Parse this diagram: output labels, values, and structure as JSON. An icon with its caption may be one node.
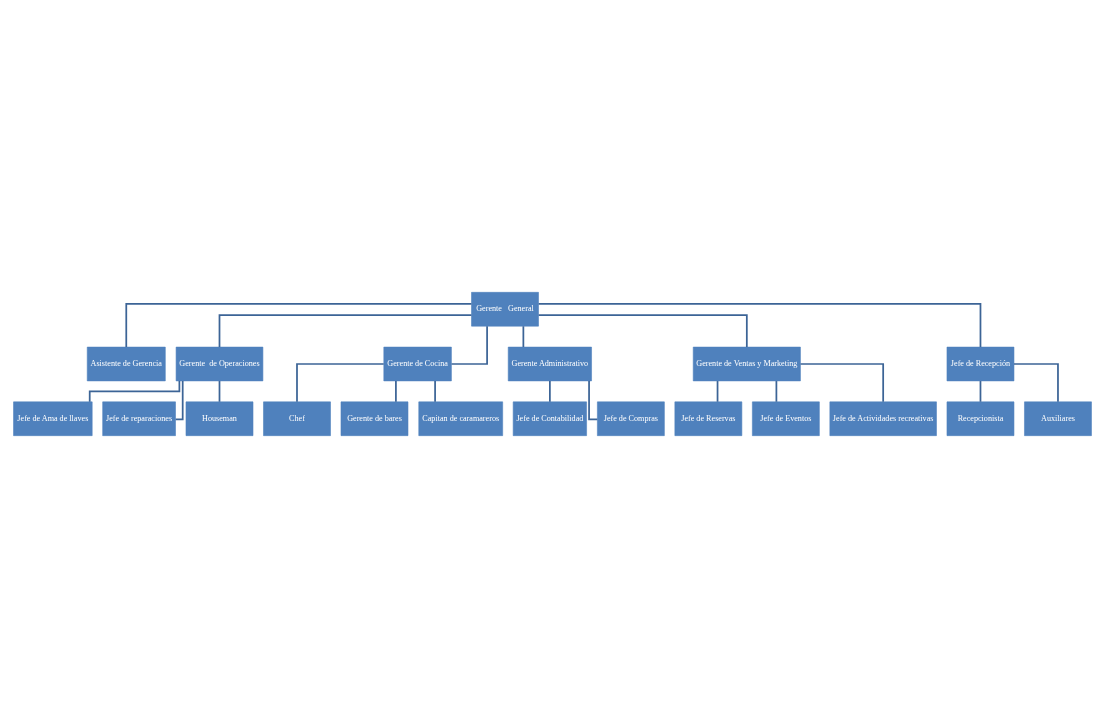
{
  "diagram": {
    "nodes": [
      {
        "text": [
          "Gerente   General"
        ]
      },
      {
        "text": [
          "Asistente de Gerencia"
        ]
      },
      {
        "text": [
          "Gerente  de Operaciones"
        ]
      },
      {
        "text": [
          "Gerente de Cocina"
        ]
      },
      {
        "text": [
          "Gerente Administrativo"
        ]
      },
      {
        "text": [
          "Gerente de Ventas y Marketing"
        ]
      },
      {
        "text": [
          "Jefe de Recepción"
        ]
      },
      {
        "text": [
          "Jefe de Ama de llaves"
        ]
      },
      {
        "text": [
          "Jefe de reparaciones"
        ]
      },
      {
        "text": [
          "Houseman"
        ]
      },
      {
        "text": [
          "Chef"
        ]
      },
      {
        "text": [
          "Gerente de bares"
        ]
      },
      {
        "text": [
          "Capitan de caramareros"
        ]
      },
      {
        "text": [
          "Jefe de Contabilidad"
        ]
      },
      {
        "text": [
          "Jefe de Compras"
        ]
      },
      {
        "text": [
          "Jefe de Reservas"
        ]
      },
      {
        "text": [
          "Jefe de Eventos"
        ]
      },
      {
        "text": [
          "Jefe de Actividades recreativas"
        ]
      },
      {
        "text": [
          "Recepcionista"
        ]
      },
      {
        "text": [
          "Auxiliares"
        ]
      }
    ],
    "edges": [
      {
        "from": 0,
        "to": 1,
        "arrow": "none"
      },
      {
        "from": 0,
        "to": 2,
        "arrow": "none"
      },
      {
        "from": 0,
        "to": 3,
        "arrow": "none"
      },
      {
        "from": 0,
        "to": 4,
        "arrow": "none"
      },
      {
        "from": 0,
        "to": 5,
        "arrow": "none"
      },
      {
        "from": 0,
        "to": 6,
        "arrow": "none"
      },
      {
        "from": 2,
        "to": 7,
        "arrow": "none"
      },
      {
        "from": 2,
        "to": 8,
        "arrow": "none"
      },
      {
        "from": 2,
        "to": 9,
        "arrow": "none"
      },
      {
        "from": 3,
        "to": 10,
        "arrow": "none"
      },
      {
        "from": 3,
        "to": 11,
        "arrow": "none"
      },
      {
        "from": 3,
        "to": 12,
        "arrow": "none"
      },
      {
        "from": 4,
        "to": 13,
        "arrow": "none"
      },
      {
        "from": 4,
        "to": 14,
        "arrow": "none"
      },
      {
        "from": 5,
        "to": 15,
        "arrow": "none"
      },
      {
        "from": 5,
        "to": 16,
        "arrow": "none"
      },
      {
        "from": 5,
        "to": 17,
        "arrow": "none"
      },
      {
        "from": 6,
        "to": 18,
        "arrow": "none"
      },
      {
        "from": 6,
        "to": 19,
        "arrow": "none"
      }
    ]
  }
}
